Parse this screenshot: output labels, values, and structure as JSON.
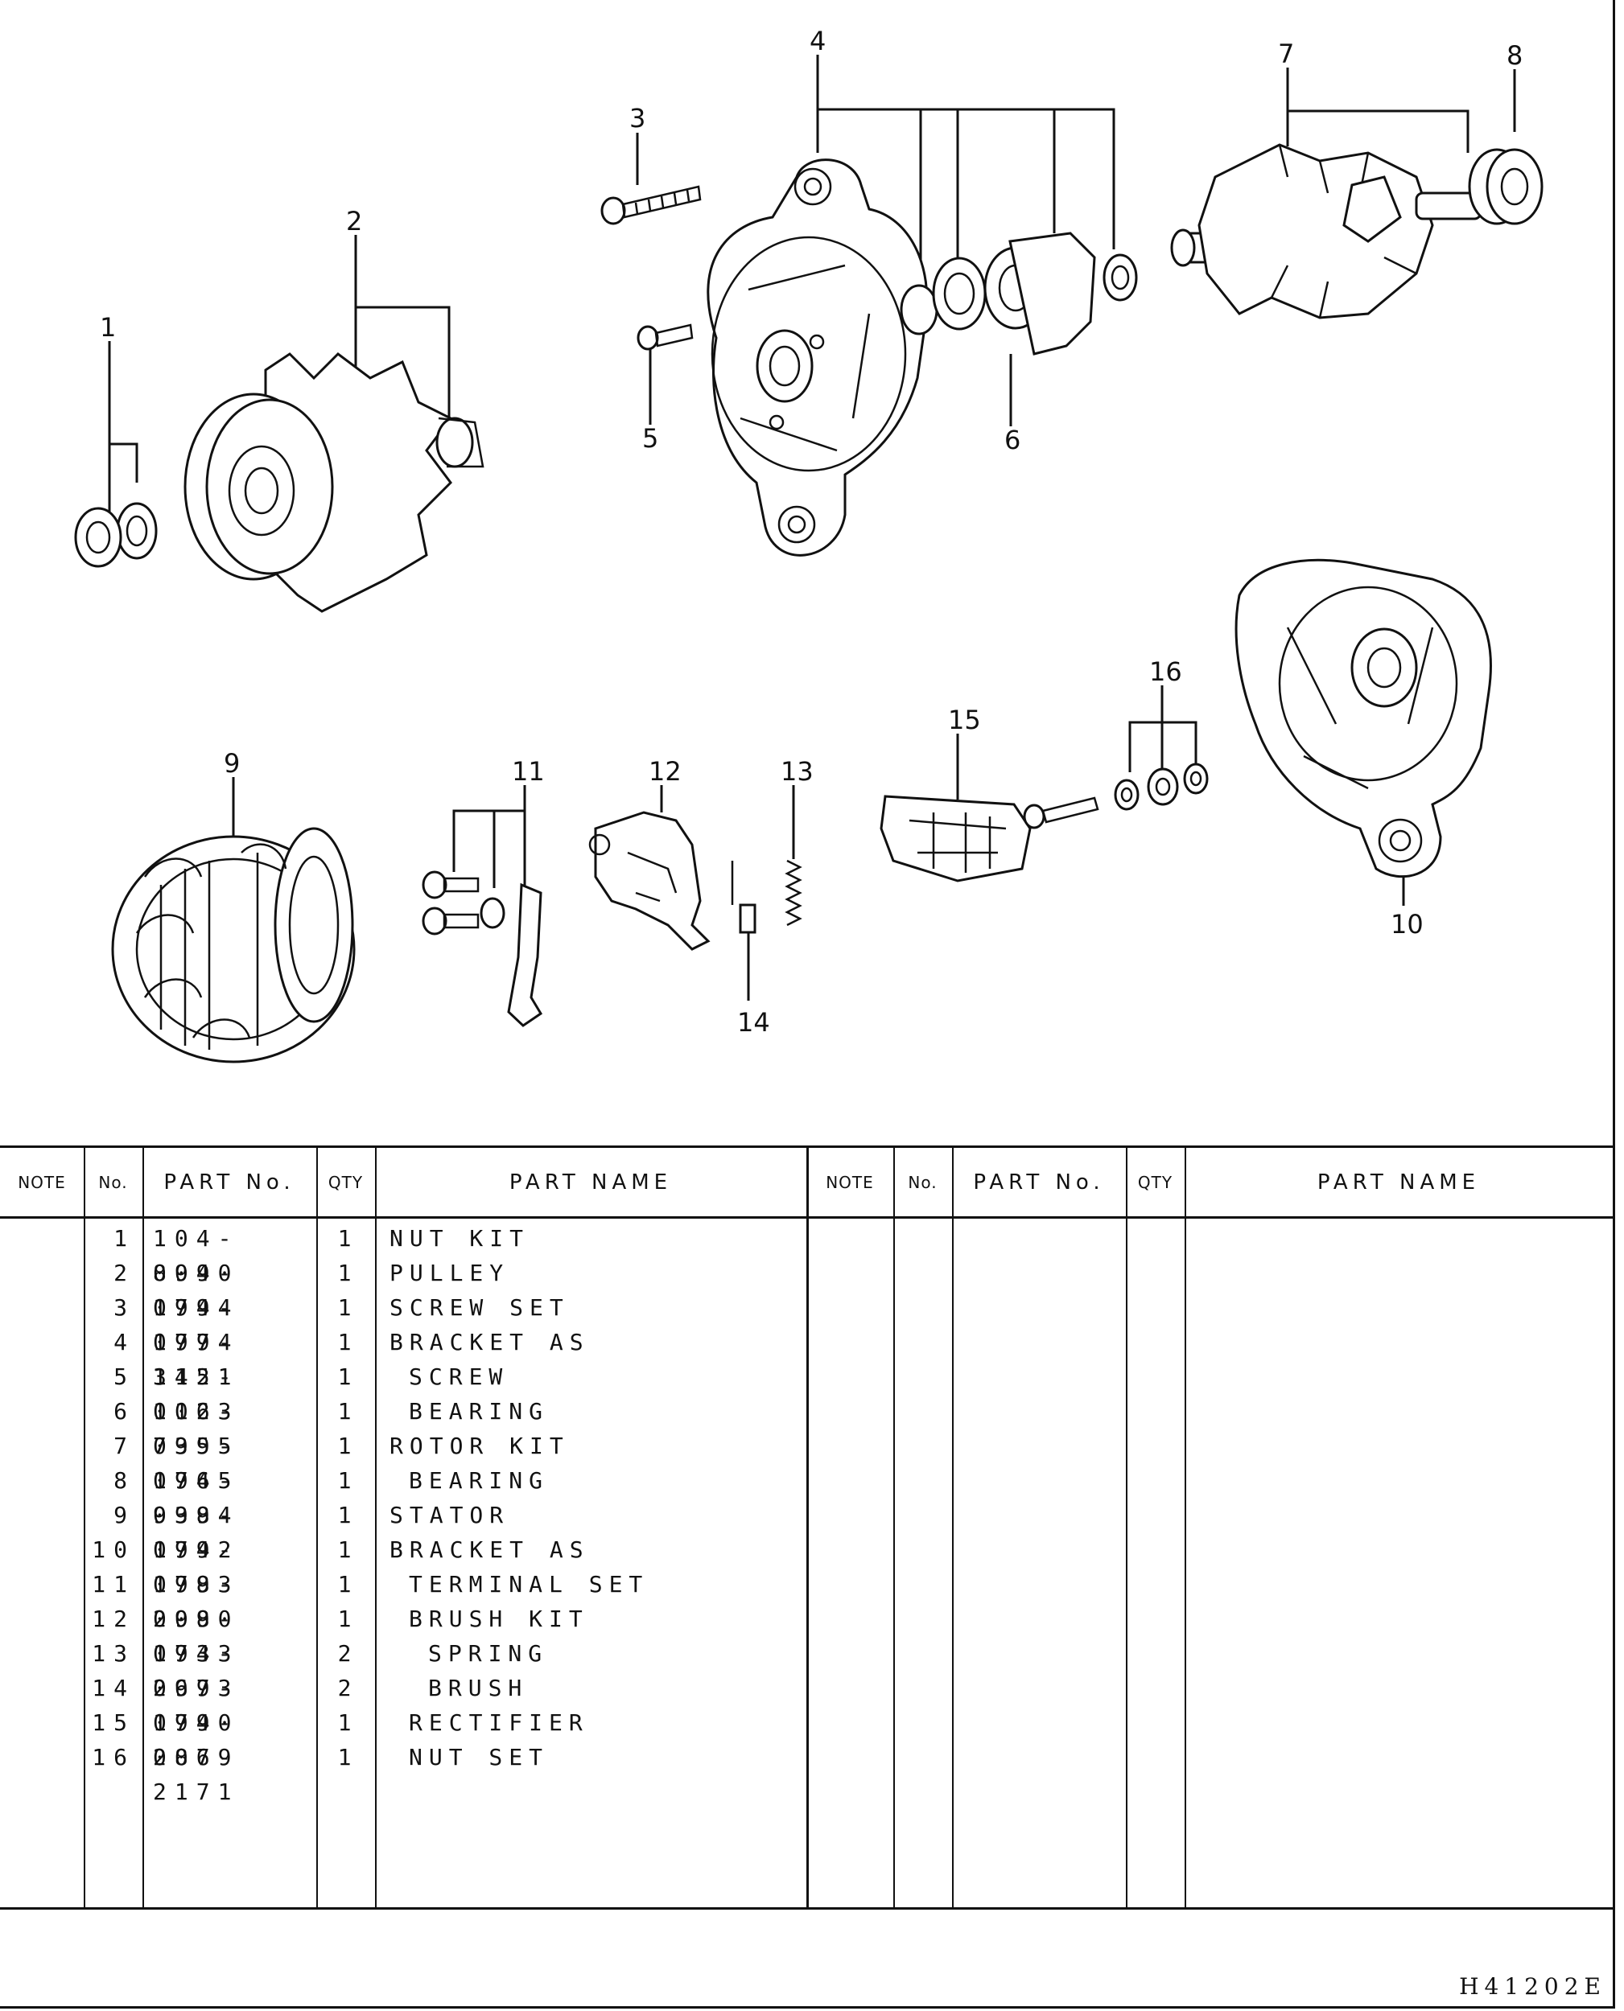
{
  "callouts": [
    "1",
    "2",
    "3",
    "4",
    "5",
    "6",
    "7",
    "8",
    "9",
    "10",
    "11",
    "12",
    "13",
    "14",
    "15",
    "16"
  ],
  "table": {
    "headers": {
      "note": "NOTE",
      "no": "No.",
      "part_no": "PART No.",
      "qty": "QTY",
      "part_name": "PART NAME"
    },
    "rows": [
      {
        "no": "1",
        "part_no": "104-8040",
        "qty": "1",
        "name": "NUT KIT",
        "indent": 0
      },
      {
        "no": "2",
        "part_no": "099-1744",
        "qty": "1",
        "name": "PULLEY",
        "indent": 0
      },
      {
        "no": "3",
        "part_no": "099-1774",
        "qty": "1",
        "name": "SCREW SET",
        "indent": 0
      },
      {
        "no": "4",
        "part_no": "099-3451",
        "qty": "1",
        "name": "BRACKET AS",
        "indent": 0
      },
      {
        "no": "5",
        "part_no": "112-0163",
        "qty": "1",
        "name": "SCREW",
        "indent": 1
      },
      {
        "no": "6",
        "part_no": "102-7355",
        "qty": "1",
        "name": "BEARING",
        "indent": 1
      },
      {
        "no": "7",
        "part_no": "099-1745",
        "qty": "1",
        "name": "ROTOR KIT",
        "indent": 0
      },
      {
        "no": "8",
        "part_no": "096-9384",
        "qty": "1",
        "name": "BEARING",
        "indent": 1
      },
      {
        "no": "9",
        "part_no": "099-1742",
        "qty": "1",
        "name": "STATOR",
        "indent": 0
      },
      {
        "no": "10",
        "part_no": "099-1783",
        "qty": "1",
        "name": "BRACKET AS",
        "indent": 0
      },
      {
        "no": "11",
        "part_no": "099-2080",
        "qty": "1",
        "name": "TERMINAL SET",
        "indent": 1
      },
      {
        "no": "12",
        "part_no": "099-1743",
        "qty": "1",
        "name": "BRUSH KIT",
        "indent": 1
      },
      {
        "no": "13",
        "part_no": "093-2673",
        "qty": "2",
        "name": "SPRING",
        "indent": 2
      },
      {
        "no": "14",
        "part_no": "099-1740",
        "qty": "2",
        "name": "BRUSH",
        "indent": 2
      },
      {
        "no": "15",
        "part_no": "099-2079",
        "qty": "1",
        "name": "RECTIFIER",
        "indent": 1
      },
      {
        "no": "16",
        "part_no": "086-2171",
        "qty": "1",
        "name": "NUT SET",
        "indent": 1
      }
    ]
  },
  "drawing_code": "H41202E"
}
